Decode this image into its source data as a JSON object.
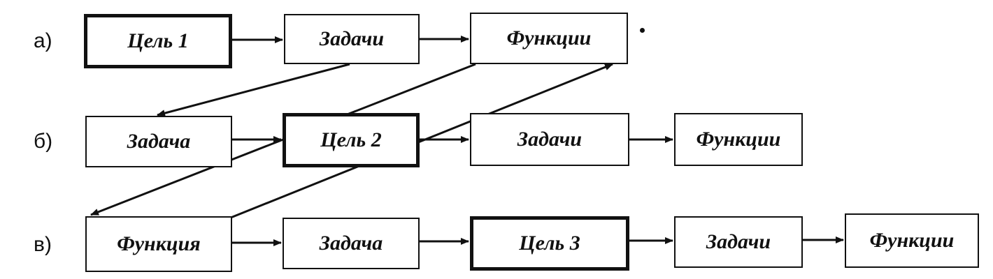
{
  "rows": [
    {
      "label": "а)",
      "boxes": [
        "Цель 1",
        "Задачи",
        "Функции"
      ],
      "goal_index": 0
    },
    {
      "label": "б)",
      "boxes": [
        "Задача",
        "Цель 2",
        "Задачи",
        "Функции"
      ],
      "goal_index": 1
    },
    {
      "label": "в)",
      "boxes": [
        "Функция",
        "Задача",
        "Цель 3",
        "Задачи",
        "Функции"
      ],
      "goal_index": 2
    }
  ],
  "connections": [
    {
      "from": "row-a-box-2",
      "to": "row-b-box-1",
      "meaning": "Задачи (а) → Задача (б)"
    },
    {
      "from": "row-a-box-3",
      "to": "row-c-box-1",
      "meaning": "Функции (а) → Функция (в)"
    },
    {
      "from": "row-c-box-1",
      "to": "row-a-box-3",
      "meaning": "Функция (в) → Функции (а)"
    }
  ],
  "colors": {
    "ink": "#111111",
    "background": "#ffffff"
  }
}
